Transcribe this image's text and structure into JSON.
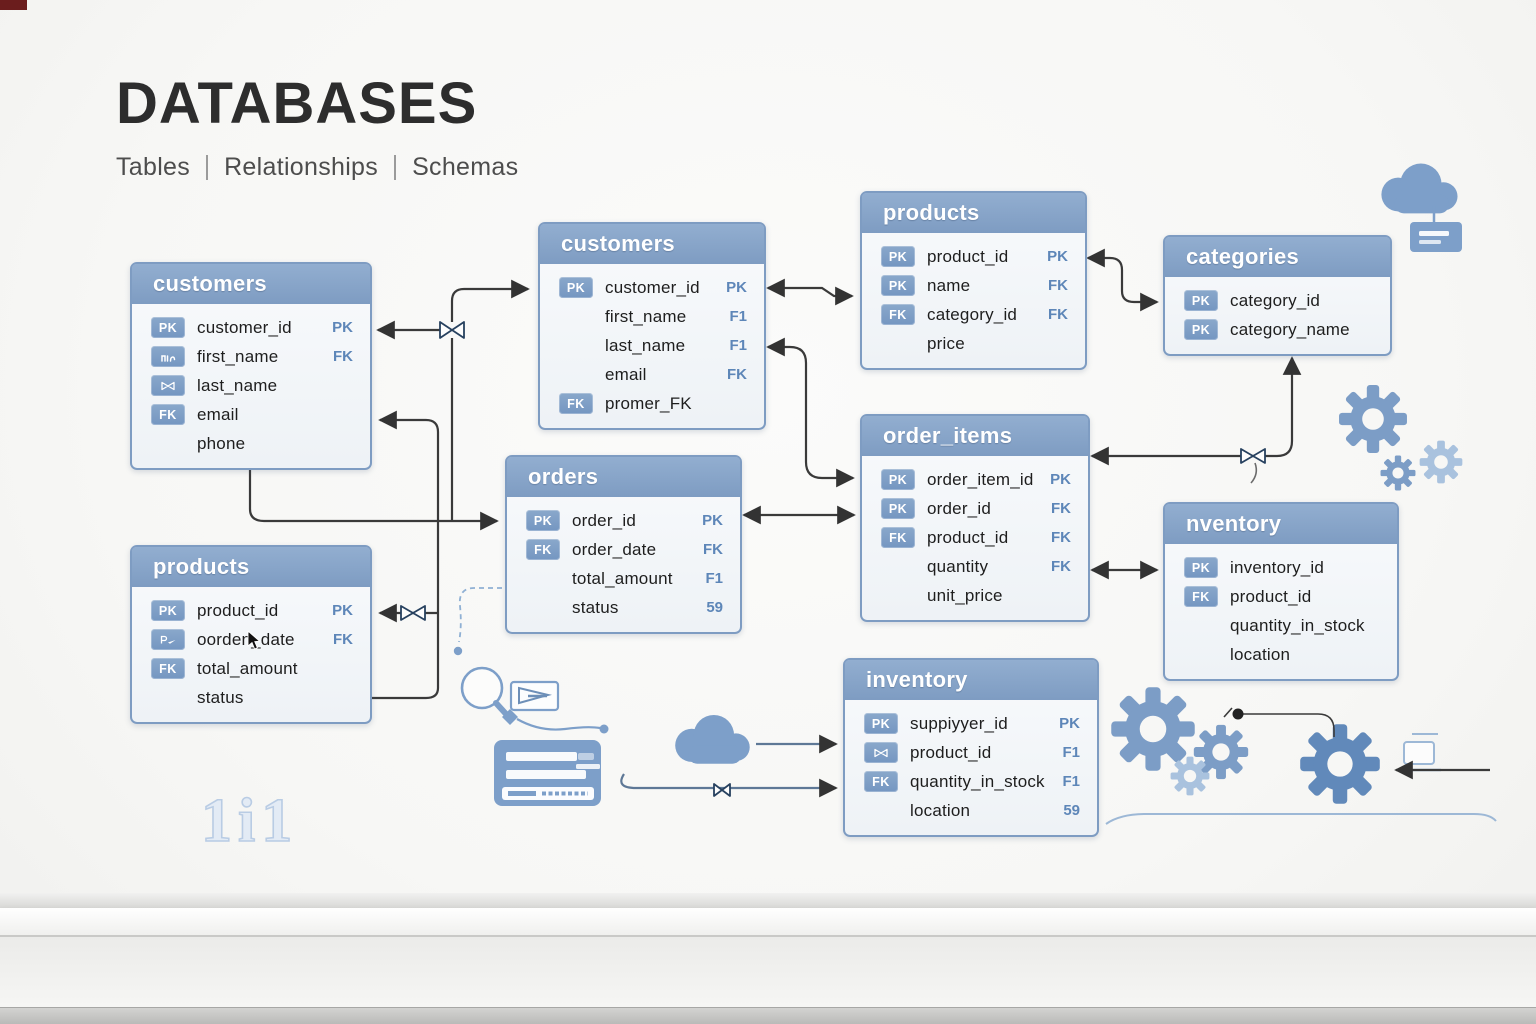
{
  "header": {
    "title": "DATABASES",
    "tabs": [
      "Tables",
      "Relationships",
      "Schemas"
    ]
  },
  "decor": {
    "outline_text": "1i1",
    "icons": [
      "cloud-icon",
      "server-icon",
      "gear-icon",
      "magnifier-icon",
      "envelope-icon",
      "card-icon",
      "laptop-icon",
      "cursor-icon"
    ]
  },
  "tables": [
    {
      "id": "customers-left",
      "title": "customers",
      "fields": [
        {
          "badge": "PK",
          "icon": "",
          "name": "customer_id",
          "key": "PK"
        },
        {
          "badge": "",
          "icon": "waveform-icon",
          "name": "first_name",
          "key": "FK"
        },
        {
          "badge": "",
          "icon": "bowtie-icon",
          "name": "last_name",
          "key": ""
        },
        {
          "badge": "FK",
          "icon": "",
          "name": "email",
          "key": ""
        },
        {
          "badge": "",
          "icon": "",
          "name": "phone",
          "key": ""
        }
      ]
    },
    {
      "id": "customers-center",
      "title": "customers",
      "fields": [
        {
          "badge": "PK",
          "icon": "",
          "name": "customer_id",
          "key": "PK"
        },
        {
          "badge": "",
          "icon": "",
          "name": "first_name",
          "key": "F1"
        },
        {
          "badge": "",
          "icon": "",
          "name": "last_name",
          "key": "F1"
        },
        {
          "badge": "",
          "icon": "",
          "name": "email",
          "key": "FK"
        },
        {
          "badge": "FK",
          "icon": "",
          "name": "promer_FK",
          "key": ""
        }
      ]
    },
    {
      "id": "products-top",
      "title": "products",
      "fields": [
        {
          "badge": "PK",
          "icon": "",
          "name": "product_id",
          "key": "PK"
        },
        {
          "badge": "PK",
          "icon": "",
          "name": "name",
          "key": "FK"
        },
        {
          "badge": "FK",
          "icon": "",
          "name": "category_id",
          "key": "FK"
        },
        {
          "badge": "",
          "icon": "",
          "name": "price",
          "key": ""
        }
      ]
    },
    {
      "id": "categories",
      "title": "categories",
      "fields": [
        {
          "badge": "PK",
          "icon": "",
          "name": "category_id",
          "key": ""
        },
        {
          "badge": "PK",
          "icon": "",
          "name": "category_name",
          "key": ""
        }
      ]
    },
    {
      "id": "orders",
      "title": "orders",
      "fields": [
        {
          "badge": "PK",
          "icon": "",
          "name": "order_id",
          "key": "PK"
        },
        {
          "badge": "FK",
          "icon": "",
          "name": "order_date",
          "key": "FK"
        },
        {
          "badge": "",
          "icon": "",
          "name": "total_amount",
          "key": "F1"
        },
        {
          "badge": "",
          "icon": "",
          "name": "status",
          "key": "59"
        }
      ]
    },
    {
      "id": "order-items",
      "title": "order_items",
      "fields": [
        {
          "badge": "PK",
          "icon": "",
          "name": "order_item_id",
          "key": "PK"
        },
        {
          "badge": "PK",
          "icon": "",
          "name": "order_id",
          "key": "FK"
        },
        {
          "badge": "FK",
          "icon": "",
          "name": "product_id",
          "key": "FK"
        },
        {
          "badge": "",
          "icon": "",
          "name": "quantity",
          "key": "FK"
        },
        {
          "badge": "",
          "icon": "",
          "name": "unit_price",
          "key": ""
        }
      ]
    },
    {
      "id": "products-bottom",
      "title": "products",
      "fields": [
        {
          "badge": "PK",
          "icon": "",
          "name": "product_id",
          "key": "PK"
        },
        {
          "badge": "",
          "icon": "paper-plane-icon",
          "name": "oorden_date",
          "key": "FK"
        },
        {
          "badge": "FK",
          "icon": "",
          "name": "total_amount",
          "key": ""
        },
        {
          "badge": "",
          "icon": "",
          "name": "status",
          "key": ""
        }
      ]
    },
    {
      "id": "inventory-right",
      "title": "nventory",
      "fields": [
        {
          "badge": "PK",
          "icon": "",
          "name": "inventory_id",
          "key": ""
        },
        {
          "badge": "FK",
          "icon": "",
          "name": "product_id",
          "key": ""
        },
        {
          "badge": "",
          "icon": "",
          "name": "quantity_in_stock",
          "key": ""
        },
        {
          "badge": "",
          "icon": "",
          "name": "location",
          "key": ""
        }
      ]
    },
    {
      "id": "inventory-bottom",
      "title": "inventory",
      "fields": [
        {
          "badge": "PK",
          "icon": "",
          "name": "suppiyyer_id",
          "key": "PK"
        },
        {
          "badge": "",
          "icon": "bowtie-icon",
          "name": "product_id",
          "key": "F1"
        },
        {
          "badge": "FK",
          "icon": "",
          "name": "quantity_in_stock",
          "key": "F1"
        },
        {
          "badge": "",
          "icon": "",
          "name": "location",
          "key": "59"
        }
      ]
    }
  ],
  "relationships": [
    {
      "from": "customers-center.customer_id",
      "to": "customers-left.customer_id",
      "symbol": "bowtie"
    },
    {
      "from": "customers-left.email",
      "to": "products-bottom.product_id",
      "symbol": "bowtie"
    },
    {
      "from": "customers-left",
      "to": "orders.order_id",
      "symbol": "arrow"
    },
    {
      "from": "orders.order_id",
      "to": "order-items.order_id",
      "symbol": "double-arrow"
    },
    {
      "from": "customers-center.customer_id",
      "to": "products-top.product_id",
      "symbol": "double-arrow"
    },
    {
      "from": "customers-center.last_name",
      "to": "order-items.order_item_id",
      "symbol": "arrow"
    },
    {
      "from": "products-top.category_id",
      "to": "categories.category_id",
      "symbol": "double-arrow"
    },
    {
      "from": "categories",
      "to": "order-items",
      "symbol": "bowtie"
    },
    {
      "from": "order-items.quantity",
      "to": "inventory-right",
      "symbol": "double-arrow"
    },
    {
      "from": "cloud",
      "to": "inventory-bottom.product_id",
      "symbol": "arrow"
    },
    {
      "from": "flow-line",
      "to": "inventory-bottom.quantity_in_stock",
      "symbol": "bowtie-arrow"
    }
  ]
}
